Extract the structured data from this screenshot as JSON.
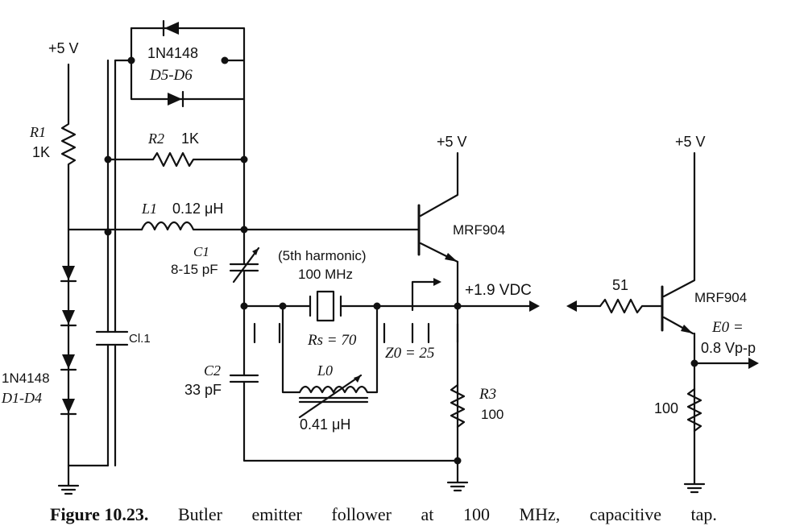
{
  "labels": {
    "supply_left": "+5 V",
    "supply_mid": "+5 V",
    "supply_right": "+5 V",
    "diode_pair_part": "1N4148",
    "diode_pair_ref": "D5-D6",
    "r1_ref": "R1",
    "r1_value": "1K",
    "r2_ref": "R2",
    "r2_value": "1K",
    "l1_ref": "L1",
    "l1_value": "0.12 μH",
    "c1_ref": "C1",
    "c1_value": "8-15 pF",
    "cl1_label": "Cl.1",
    "harmonic_note": "(5th harmonic)",
    "crystal_freq": "100 MHz",
    "rs_label": "Rs = 70",
    "z0_label": "Z0 = 25",
    "c2_ref": "C2",
    "c2_value": "33 pF",
    "l0_ref": "L0",
    "l0_value": "0.41 μH",
    "transistor1": "MRF904",
    "transistor2": "MRF904",
    "vdc_label": "+1.9 VDC",
    "r3_ref": "R3",
    "r3_value": "100",
    "r51_value": "51",
    "e0_label": "E0 =",
    "e0_value": "0.8 Vp-p",
    "r100_value": "100",
    "diode_string_part": "1N4148",
    "diode_string_ref": "D1-D4"
  },
  "caption": {
    "figure_number": "Figure 10.23.",
    "words": [
      "Butler",
      "emitter",
      "follower",
      "at",
      "100",
      "MHz,",
      "capacitive",
      "tap."
    ]
  }
}
